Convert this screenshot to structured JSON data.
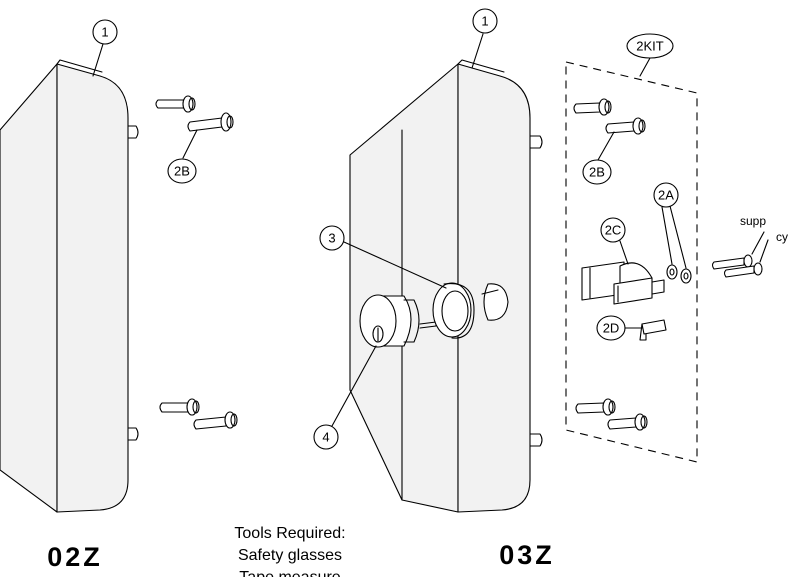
{
  "callouts": {
    "one_left": "1",
    "one_right": "1",
    "two_b_left": "2B",
    "two_b_right": "2B",
    "two_kit": "2KIT",
    "two_a": "2A",
    "two_c": "2C",
    "two_d": "2D",
    "three": "3",
    "four": "4"
  },
  "side_note": {
    "line1": "supp",
    "line2": "cy"
  },
  "labels": {
    "model_left": "02Z",
    "model_right": "03Z"
  },
  "tools": {
    "heading": "Tools Required:",
    "items": [
      "Safety glasses",
      "Tape measure"
    ]
  }
}
